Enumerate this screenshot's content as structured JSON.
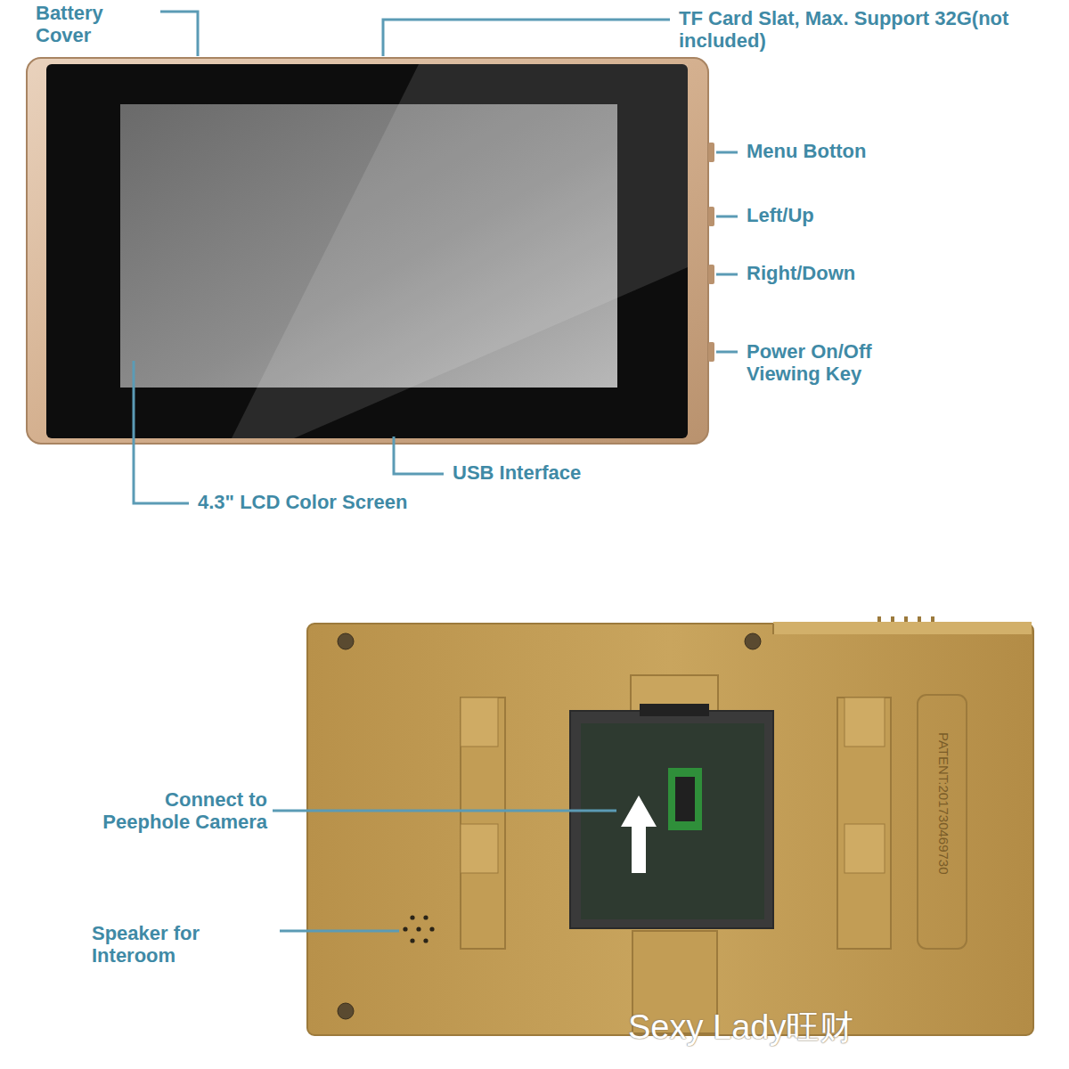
{
  "diagram": {
    "labels": [
      "Battery Cover",
      "TF Card Slat, Max. Support 32G(not included)",
      "Menu Botton",
      "Left/Up",
      "Right/Down",
      "Power On/Off Viewing Key",
      "USB Interface",
      "4.3\" LCD Color Screen",
      "Connect to Peephole Camera",
      "Speaker for Interoom",
      "PATENT:201730469730",
      "Sexy Lady旺财"
    ]
  }
}
